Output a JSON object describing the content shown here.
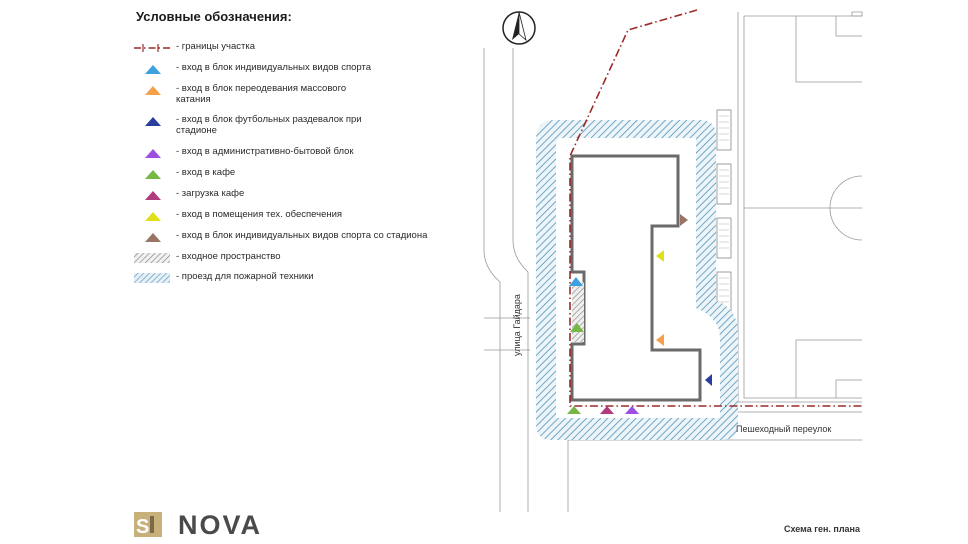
{
  "legend": {
    "title": "Условные обозначения:",
    "items": [
      {
        "label": "- границы участка",
        "kind": "boundary",
        "color": "#9b2a2a"
      },
      {
        "label": "- вход в блок индивидуальных видов спорта",
        "kind": "triangle",
        "color": "#3fa0e0"
      },
      {
        "label": "- вход в блок переодевания массового катания",
        "kind": "triangle",
        "color": "#f5a04a"
      },
      {
        "label": "- вход в блок футбольных раздевалок при стадионе",
        "kind": "triangle",
        "color": "#2b3d9e"
      },
      {
        "label": "- вход в административно-бытовой блок",
        "kind": "triangle",
        "color": "#9c4fe0"
      },
      {
        "label": "- вход в кафе",
        "kind": "triangle",
        "color": "#76b843"
      },
      {
        "label": "- загрузка кафе",
        "kind": "triangle",
        "color": "#b03c7e"
      },
      {
        "label": "- вход в помещения тех. обеспечения",
        "kind": "triangle",
        "color": "#e0df1a"
      },
      {
        "label": "- вход в блок индивидуальных видов спорта со стадиона",
        "kind": "triangle",
        "color": "#9a7465"
      },
      {
        "label": "- входное пространство",
        "kind": "hatch-gray",
        "color": "#8a8a8a"
      },
      {
        "label": "- проезд для пожарной техники",
        "kind": "hatch-blue",
        "color": "#6fa7c9"
      }
    ]
  },
  "map": {
    "street_gaidara": "улица Гайдара",
    "lane": "Пешеходный переулок",
    "compass_icon": "north-arrow-icon"
  },
  "brand": {
    "name": "NOVA",
    "logo_icon": "si-logo-icon"
  },
  "caption": "Схема ген. плана"
}
